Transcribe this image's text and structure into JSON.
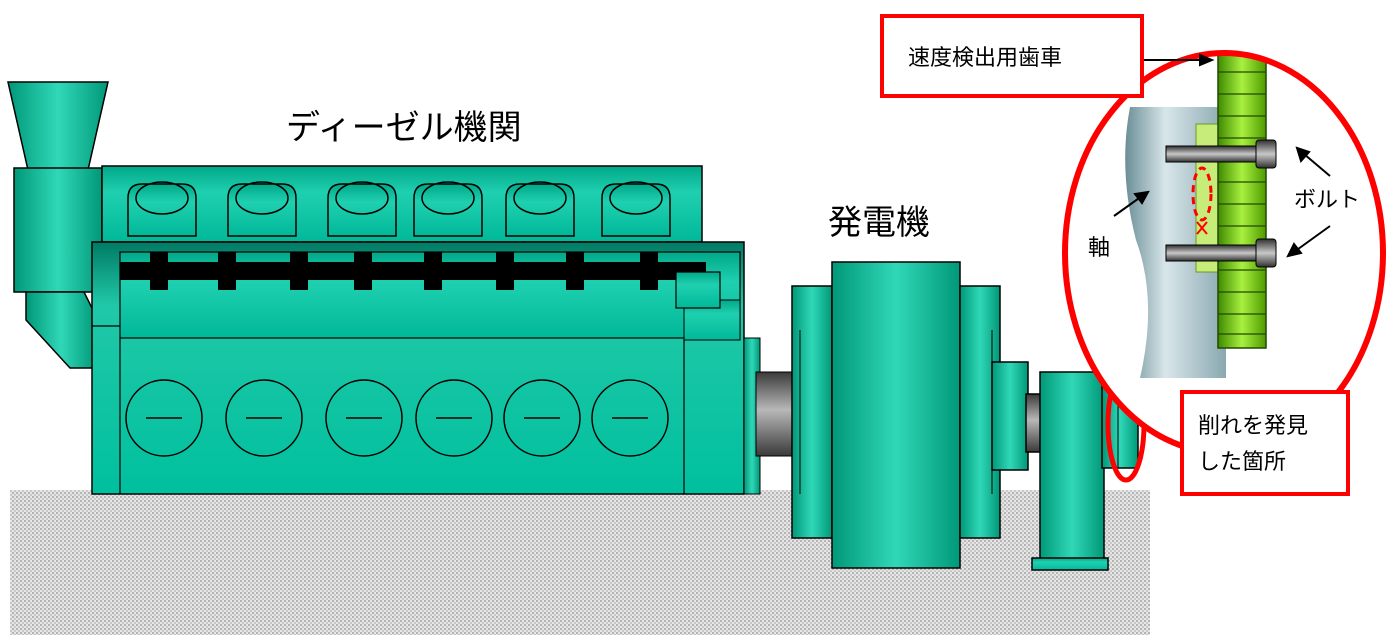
{
  "labels": {
    "engine": "ディーゼル機関",
    "generator": "発電機",
    "speed_gear": "速度検出用歯車",
    "bolt": "ボルト",
    "shaft": "軸",
    "wear_line1": "削れを発見",
    "wear_line2": "した箇所"
  },
  "colors": {
    "machine": "#00c0a0",
    "machine_dark": "#008a70",
    "gear": "#7fd800",
    "highlight": "#ff0000",
    "shaft": "#606060",
    "floor": "#d8d8d8"
  }
}
